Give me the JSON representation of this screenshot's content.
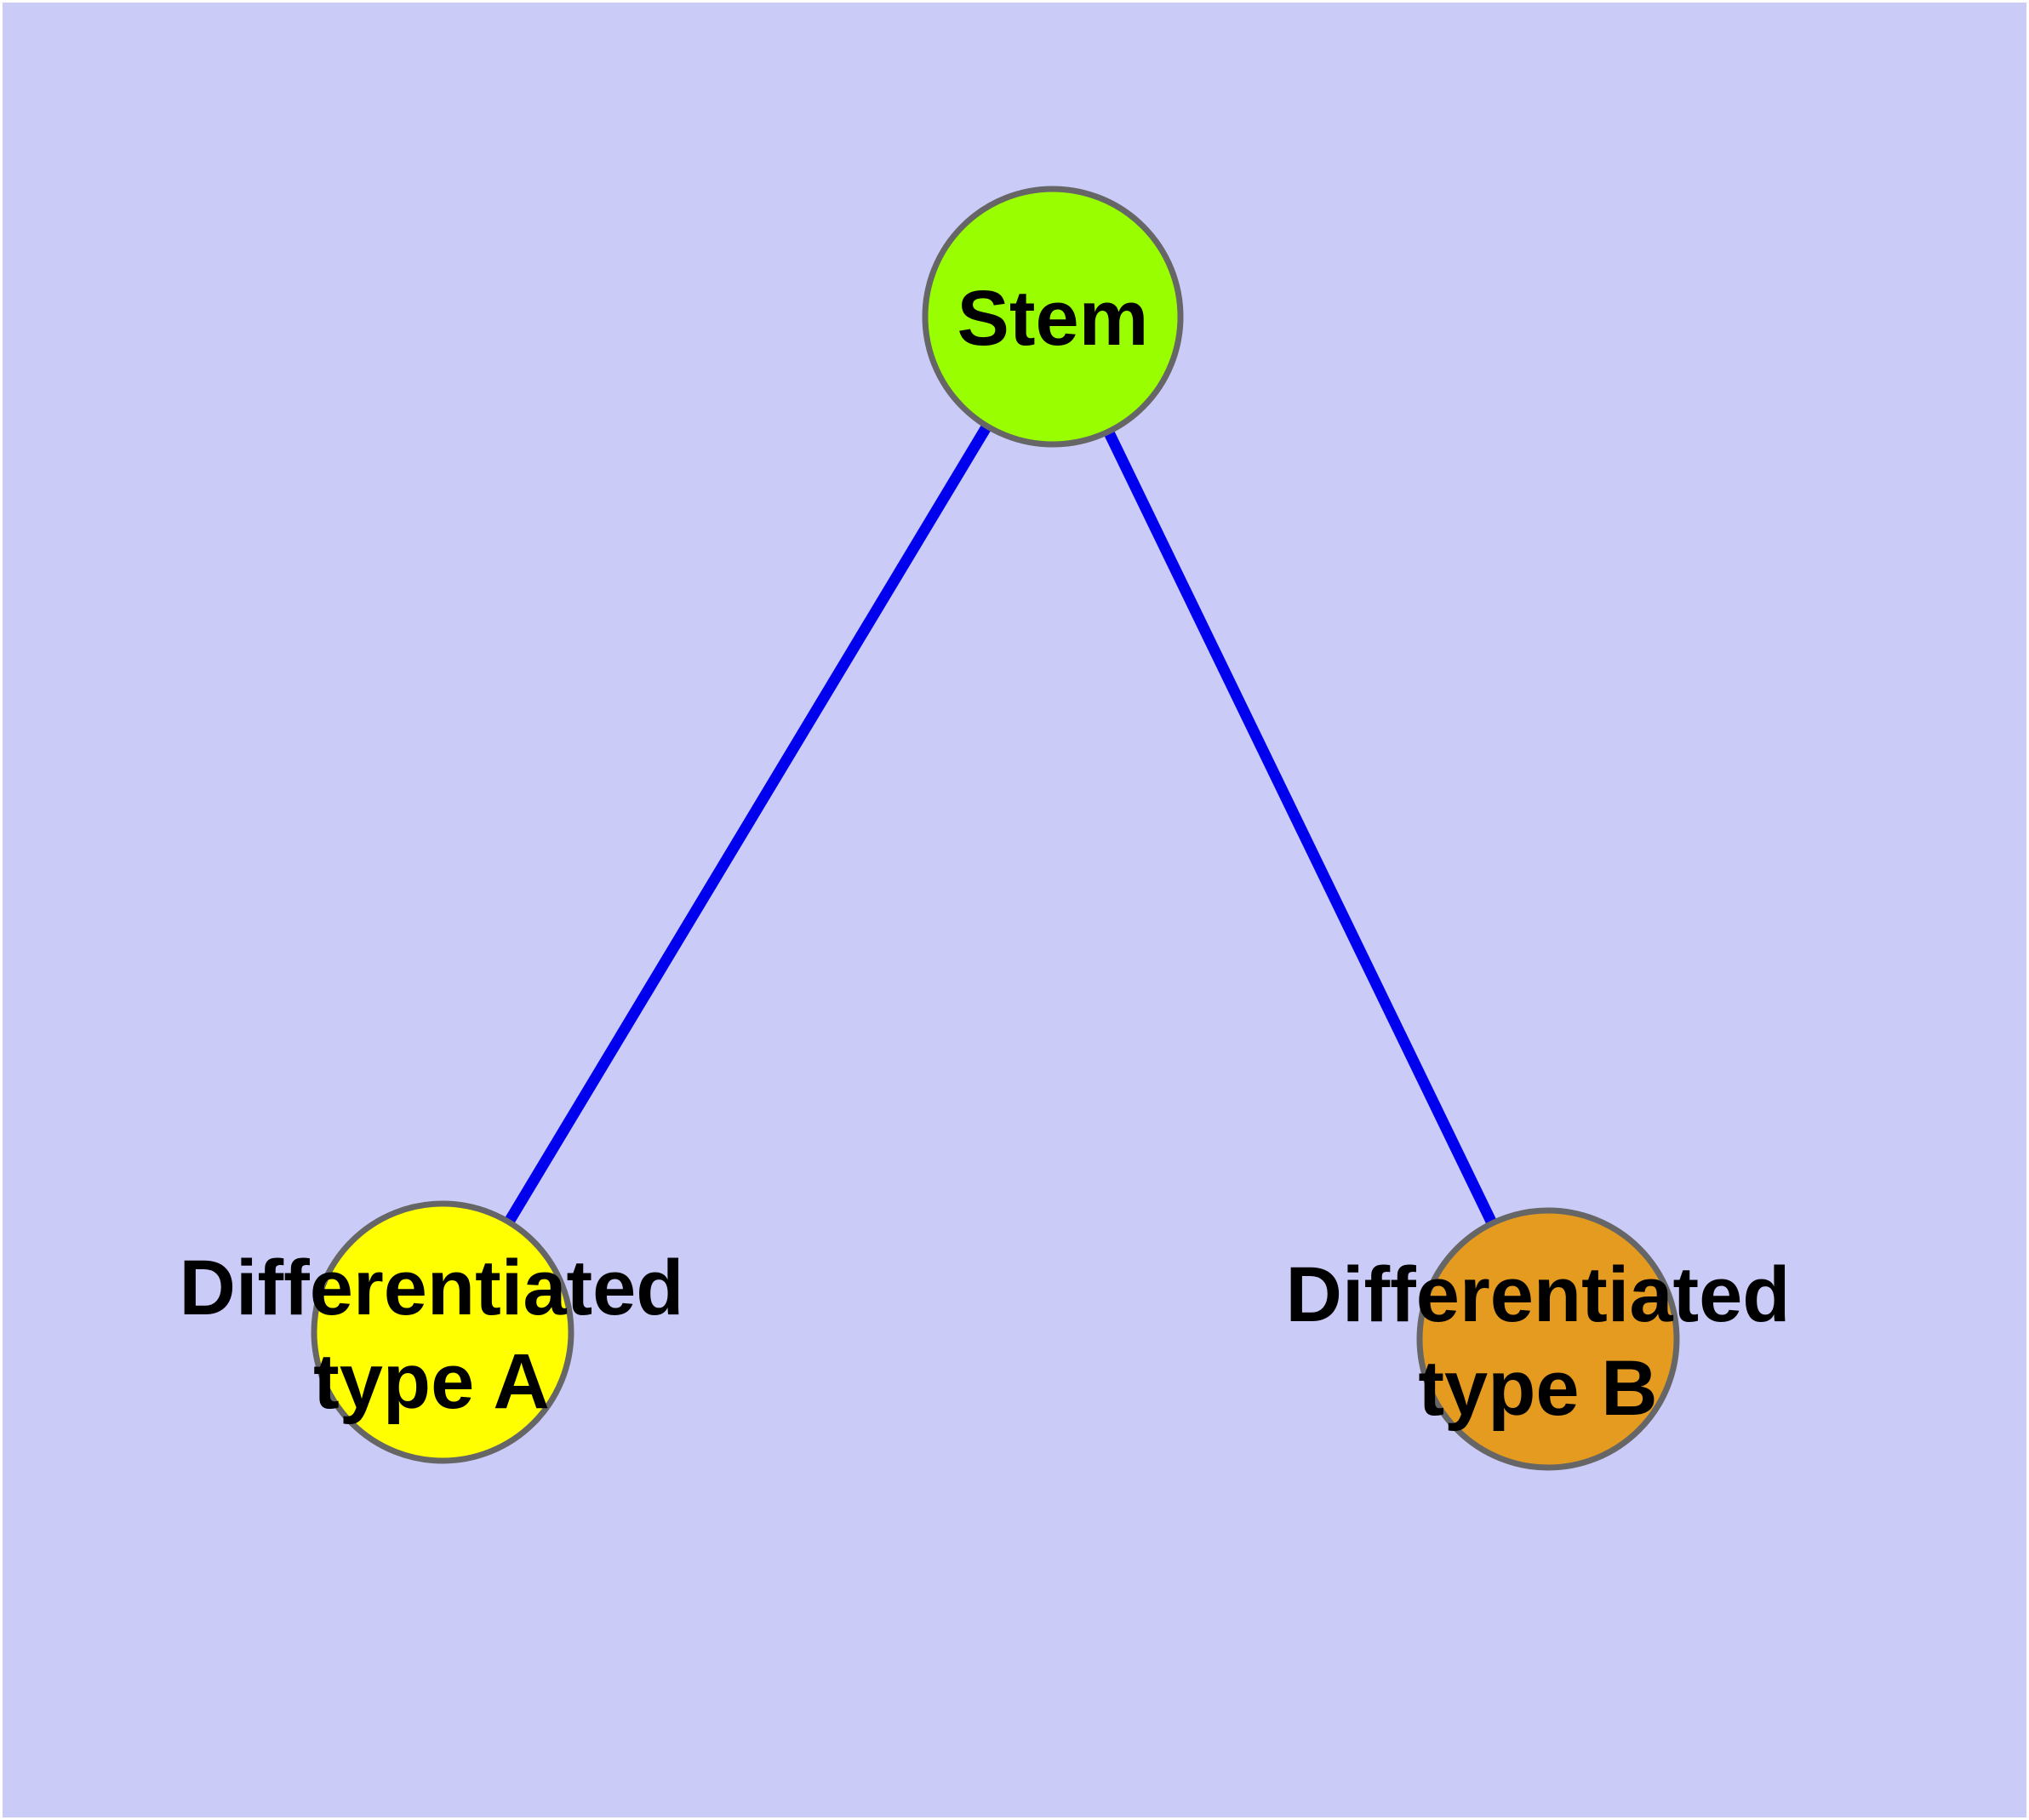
{
  "diagram": {
    "background_color": "#CBCBF8",
    "margin_color": "#FFFFFF",
    "edge_color": "#0000EE",
    "node_border_color": "#666666",
    "text_color": "#000000",
    "nodes": [
      {
        "id": "stem",
        "label": "Stem",
        "fill": "#99FF00"
      },
      {
        "id": "differentiated-type-a",
        "label_line1": "Differentiated",
        "label_line2": "type A",
        "fill": "#FFFF00"
      },
      {
        "id": "differentiated-type-b",
        "label_line1": "Differentiated",
        "label_line2": "type B",
        "fill": "#E49B20"
      }
    ],
    "edges": [
      {
        "from": "stem",
        "to": "differentiated-type-a"
      },
      {
        "from": "stem",
        "to": "differentiated-type-b"
      }
    ]
  }
}
